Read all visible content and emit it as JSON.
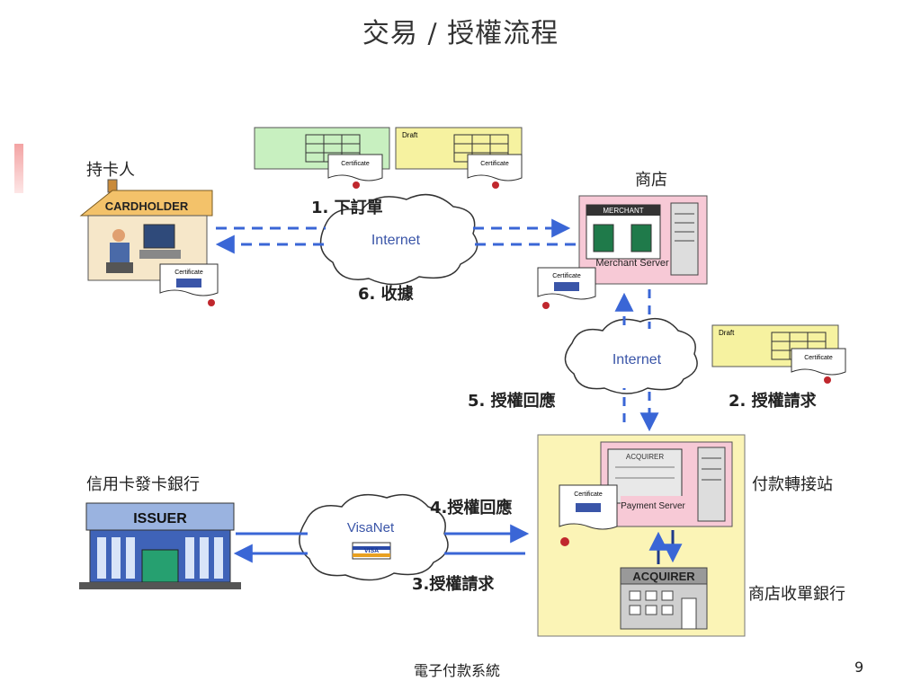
{
  "title": "交易 / 授權流程",
  "labels": {
    "cardholder_cn": "持卡人",
    "merchant_cn": "商店",
    "issuer_bank": "信用卡發卡銀行",
    "gateway": "付款轉接站",
    "acquirer_bank": "商店收單銀行",
    "step1": "1. 下訂單",
    "step6": "6. 收據",
    "step2": "2. 授權請求",
    "step5": "5. 授權回應",
    "step4": "4.授權回應",
    "step3": "3.授權請求"
  },
  "icons": {
    "cardholder_sign": "CARDHOLDER",
    "merchant_sign": "MERCHANT",
    "merchant_server": "Merchant Server",
    "issuer_sign": "ISSUER",
    "acquirer_small": "ACQUIRER",
    "payment_server": "Payment Server",
    "acquirer_sign": "ACQUIRER",
    "certificate": "Certificate",
    "draft": "Draft",
    "visa": "VISA"
  },
  "clouds": {
    "internet_top": "Internet",
    "internet_mid": "Internet",
    "visanet": "VisaNet"
  },
  "colors": {
    "arrow": "#3a66d6",
    "merchant_box": "#f7c9d6",
    "gateway_box": "#fbf4b6",
    "cardholder_roof": "#f3c26a",
    "issuer_blue": "#3f63b8"
  },
  "footer": "電子付款系統",
  "page_number": "9"
}
